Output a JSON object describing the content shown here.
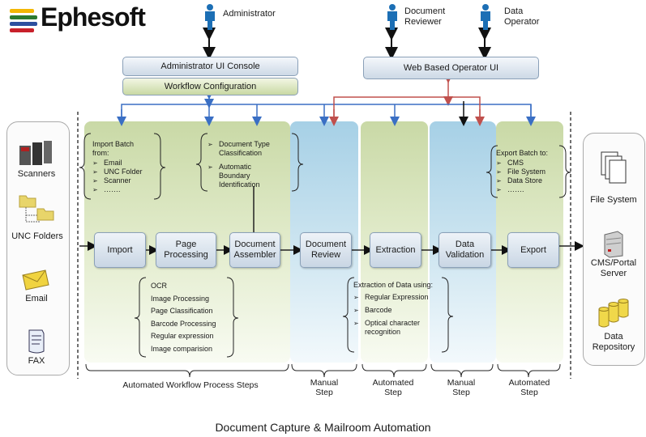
{
  "logo": {
    "text": "Ephesoft"
  },
  "roles": {
    "administrator": "Administrator",
    "document_reviewer": "Document Reviewer",
    "data_operator": "Data Operator"
  },
  "consoles": {
    "admin_ui": "Administrator UI Console",
    "workflow": "Workflow Configuration",
    "web_operator": "Web Based Operator UI"
  },
  "sources": [
    {
      "label": "Scanners",
      "icon": "scanner-icon"
    },
    {
      "label": "UNC Folders",
      "icon": "folder-tree-icon"
    },
    {
      "label": "Email",
      "icon": "email-icon"
    },
    {
      "label": "FAX",
      "icon": "fax-icon"
    }
  ],
  "destinations": [
    {
      "label": "File System",
      "icon": "file-system-icon"
    },
    {
      "label": "CMS/Portal Server",
      "icon": "server-icon"
    },
    {
      "label": "Data Repository",
      "icon": "database-icon"
    }
  ],
  "steps": {
    "import": "Import",
    "page_processing": "Page Processing",
    "document_assembler": "Document Assembler",
    "document_review": "Document Review",
    "extraction": "Extraction",
    "data_validation": "Data Validation",
    "export": "Export"
  },
  "notes": {
    "import_batch": {
      "title": "Import Batch from:",
      "items": [
        "Email",
        "UNC Folder",
        "Scanner",
        "……."
      ]
    },
    "assembler": {
      "items": [
        "Document Type Classification",
        "Automatic Boundary Identification"
      ]
    },
    "page_processing": {
      "items": [
        "OCR",
        "Image Processing",
        "Page Classification",
        "Barcode Processing",
        "Regular expression",
        "Image comparision"
      ]
    },
    "extraction": {
      "title": "Extraction of Data using:",
      "items": [
        "Regular Expression",
        "Barcode",
        "Optical character recognition"
      ]
    },
    "export_batch": {
      "title": "Export Batch to:",
      "items": [
        "CMS",
        "File System",
        "Data Store",
        "……."
      ]
    }
  },
  "step_types": {
    "automated_workflow": "Automated Workflow Process Steps",
    "manual_1": "Manual Step",
    "automated_1": "Automated Step",
    "manual_2": "Manual Step",
    "automated_2": "Automated Step"
  },
  "caption": "Document Capture & Mailroom Automation",
  "colors": {
    "blue_arrow": "#3a6fc4",
    "red_arrow": "#c0504d",
    "green_lane": "#c9d9a6",
    "blue_lane": "#a6d0e6"
  }
}
